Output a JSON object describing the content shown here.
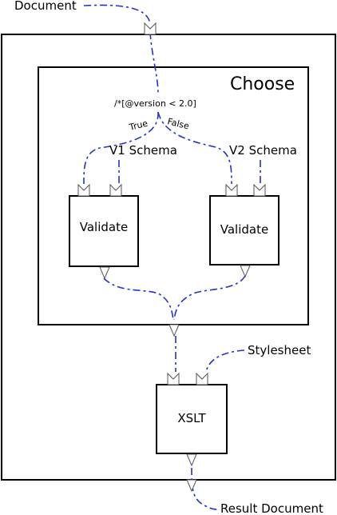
{
  "labels": {
    "document": "Document",
    "choose": "Choose",
    "condition": "/*[@version < 2.0]",
    "true_branch": "True",
    "false_branch": "False",
    "v1_schema": "V1 Schema",
    "v2_schema": "V2 Schema",
    "validate_left": "Validate",
    "validate_right": "Validate",
    "stylesheet": "Stylesheet",
    "xslt": "XSLT",
    "result_document": "Result Document"
  },
  "colors": {
    "flow_line": "#2233cc",
    "box_stroke": "#000000",
    "port_stroke": "#555555"
  }
}
